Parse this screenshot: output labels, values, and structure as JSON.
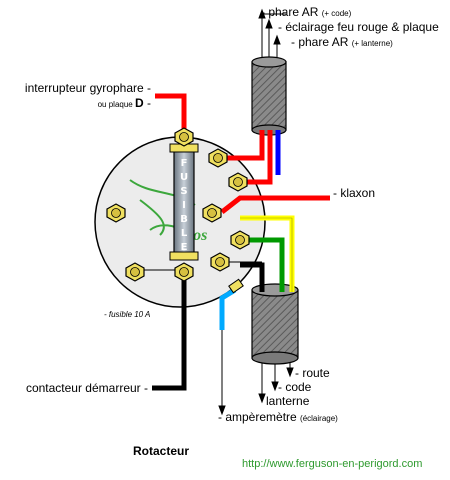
{
  "labels": {
    "phare_ar_code": "- phare AR ",
    "phare_ar_code_note": "(+ code)",
    "eclairage": "- éclairage feu rouge & plaque",
    "phare_ar_lanterne": "- phare AR ",
    "phare_ar_lanterne_note": "(+ lanterne)",
    "interrupteur_line1": "interrupteur gyrophare -",
    "interrupteur_line2a": "ou plaque ",
    "interrupteur_line2b": "D",
    "interrupteur_line2c": " -",
    "klaxon": "- klaxon",
    "fusible_note": "-  fusible 10 A",
    "contacteur": "contacteur démarreur -",
    "route": "- route",
    "code": "- code",
    "lanterne": "lanterne",
    "amperemetre": "- ampèremètre ",
    "amperemetre_note": "(éclairage)",
    "fuse_text": [
      "F",
      "U",
      "S",
      "I",
      "B",
      "L",
      "E"
    ],
    "watermark": "Atos",
    "title": "Rotacteur",
    "url": "http://www.ferguson-en-perigord.com"
  },
  "colors": {
    "red": "#ff0000",
    "blue": "#0000ff",
    "black": "#000000",
    "yellow": "#ffff00",
    "green": "#009900",
    "light_blue": "#00aaff",
    "terminal": "#f0e060",
    "plate": "#ececec",
    "url_green": "#2e9a2e"
  }
}
